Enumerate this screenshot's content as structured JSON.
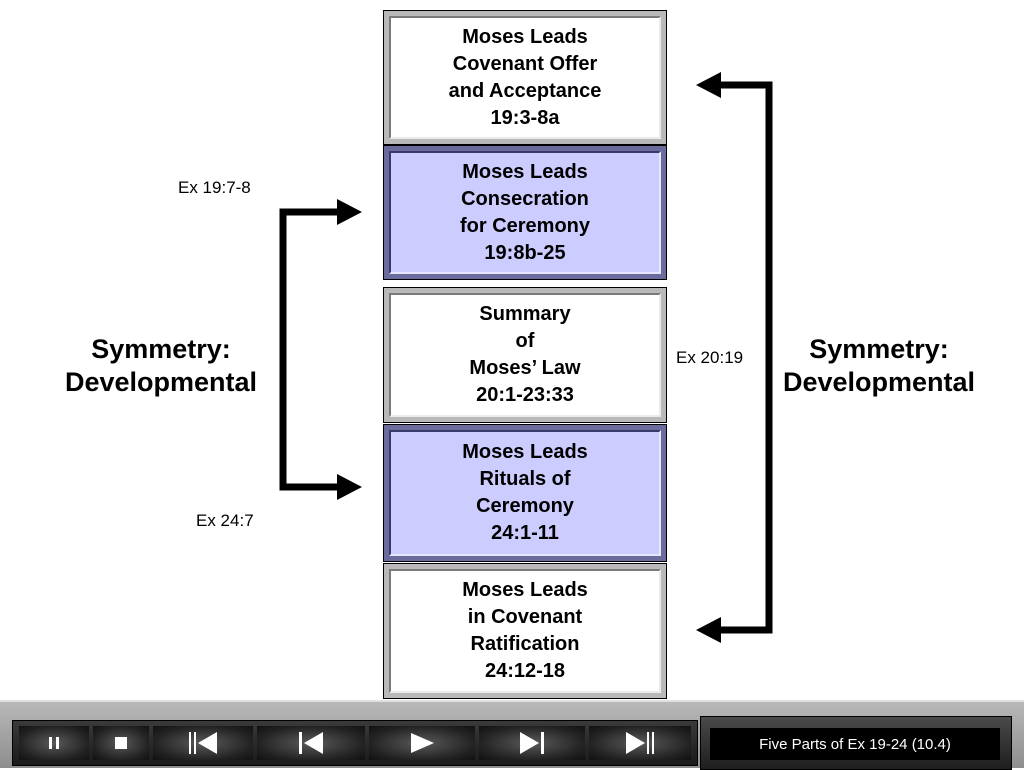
{
  "boxes": [
    {
      "lines": [
        "Moses Leads",
        "Covenant Offer",
        "and Acceptance",
        "19:3-8a"
      ],
      "style": "white"
    },
    {
      "lines": [
        "Moses Leads",
        "Consecration",
        "for Ceremony",
        "19:8b-25"
      ],
      "style": "blue"
    },
    {
      "lines": [
        "Summary",
        "of",
        "Moses’ Law",
        "20:1-23:33"
      ],
      "style": "white"
    },
    {
      "lines": [
        "Moses Leads",
        "Rituals of",
        "Ceremony",
        "24:1-11"
      ],
      "style": "blue"
    },
    {
      "lines": [
        "Moses Leads",
        "in Covenant",
        "Ratification",
        "24:12-18"
      ],
      "style": "white"
    }
  ],
  "left": {
    "label_line1": "Symmetry:",
    "label_line2": "Developmental",
    "ref_top": "Ex 19:7-8",
    "ref_bottom": "Ex 24:7"
  },
  "right": {
    "label_line1": "Symmetry:",
    "label_line2": "Developmental",
    "ref_mid": "Ex 20:19"
  },
  "player": {
    "buttons": [
      "pause-button",
      "stop-button",
      "first-slide-button",
      "previous-slide-button",
      "play-button",
      "next-slide-button",
      "last-slide-button"
    ],
    "title": "Five Parts of Ex 19-24 (10.4)"
  }
}
